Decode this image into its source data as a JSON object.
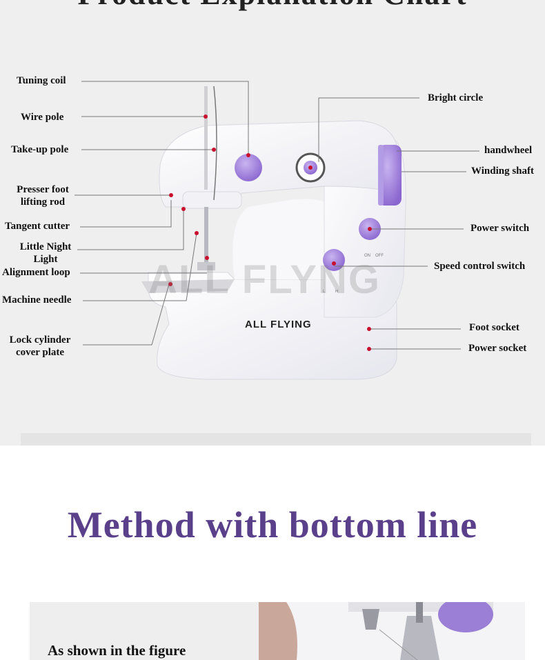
{
  "diagram": {
    "heading_fragment": "Product Explanation Chart",
    "labels": {
      "tuning_coil": "Tuning coil",
      "wire_pole": "Wire pole",
      "take_up_pole": "Take-up pole",
      "presser_foot_line1": "Presser foot",
      "presser_foot_line2": "lifting rod",
      "tangent_cutter": "Tangent cutter",
      "little_night_line1": "Little Night",
      "little_night_line2": "Light",
      "alignment_loop": "Alignment loop",
      "machine_needle": "Machine needle",
      "lock_cylinder_line1": "Lock cylinder",
      "lock_cylinder_line2": "cover plate",
      "bright_circle": "Bright circle",
      "handwheel": "handwheel",
      "winding_shaft": "Winding shaft",
      "power_switch": "Power switch",
      "speed_control_switch": "Speed control switch",
      "foot_socket": "Foot socket",
      "power_socket": "Power socket"
    },
    "brand_mark": "ALL FLYING",
    "watermark": "ALL FLYNG",
    "switch_marks": [
      "ON",
      "OFF",
      "L",
      "H"
    ],
    "colors": {
      "accent_purple": "#9b7fd6",
      "dot_red": "#c8102e",
      "body_white": "#fbfbfb"
    }
  },
  "section": {
    "title": "Method with bottom line"
  },
  "step": {
    "text": "As shown in the figure"
  }
}
